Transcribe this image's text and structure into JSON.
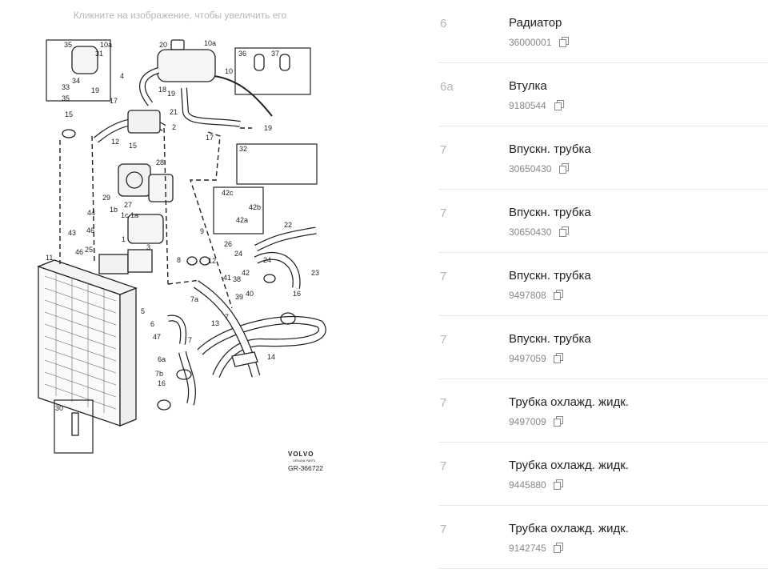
{
  "hint": "Кликните на изображение, чтобы увеличить его",
  "diagram": {
    "callouts": [
      "35",
      "10a",
      "31",
      "34",
      "33",
      "35",
      "19",
      "17",
      "4",
      "20",
      "10a",
      "10",
      "18",
      "19",
      "21",
      "15",
      "12",
      "15",
      "2",
      "17",
      "19",
      "36",
      "37",
      "32",
      "28",
      "29",
      "1b",
      "27",
      "1c",
      "1a",
      "44",
      "46",
      "43",
      "25",
      "46",
      "3",
      "1",
      "5",
      "9",
      "26",
      "24",
      "24",
      "22",
      "8",
      "12",
      "41",
      "38",
      "42",
      "39",
      "40",
      "23",
      "16",
      "7a",
      "42c",
      "42b",
      "42a",
      "11",
      "6",
      "47",
      "6a",
      "7b",
      "16",
      "7",
      "13",
      "7",
      "14",
      "30"
    ],
    "brand": "VOLVO",
    "brand_sub": "GENUINE PARTS",
    "ref": "GR-366722"
  },
  "parts": [
    {
      "pos": "6",
      "name": "Радиатор",
      "code": "36000001"
    },
    {
      "pos": "6a",
      "name": "Втулка",
      "code": "9180544"
    },
    {
      "pos": "7",
      "name": "Впускн. трубка",
      "code": "30650430"
    },
    {
      "pos": "7",
      "name": "Впускн. трубка",
      "code": "30650430"
    },
    {
      "pos": "7",
      "name": "Впускн. трубка",
      "code": "9497808"
    },
    {
      "pos": "7",
      "name": "Впускн. трубка",
      "code": "9497059"
    },
    {
      "pos": "7",
      "name": "Трубка охлажд. жидк.",
      "code": "9497009"
    },
    {
      "pos": "7",
      "name": "Трубка охлажд. жидк.",
      "code": "9445880"
    },
    {
      "pos": "7",
      "name": "Трубка охлажд. жидк.",
      "code": "9142745"
    }
  ],
  "icons": {
    "copy": "copy-icon"
  }
}
